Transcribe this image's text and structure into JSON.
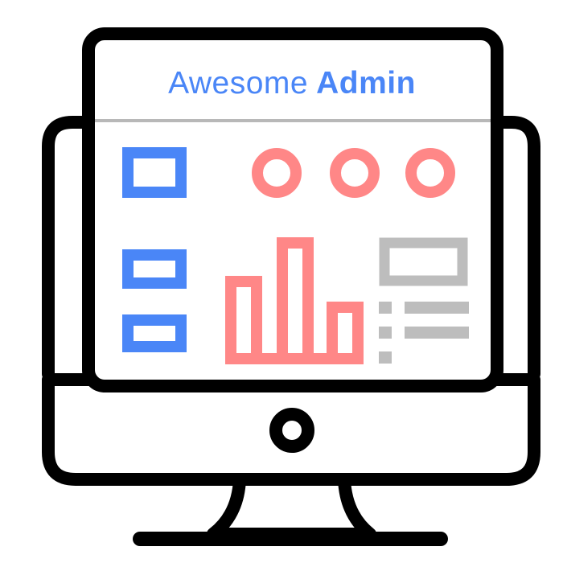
{
  "app": {
    "title_light": "Awesome",
    "title_bold": "Admin"
  },
  "colors": {
    "outline": "#000000",
    "accent_blue": "#4a86f7",
    "accent_red": "#ff8787",
    "neutral_gray": "#bdbdbd",
    "divider_gray": "#b8b8b8",
    "background": "#ffffff"
  },
  "icons": {
    "monitor": "monitor-icon",
    "power_button": "power-button-icon",
    "window_boxes": "window-box-icon",
    "status_rings": "circle-ring-icon",
    "chart": "bar-chart-icon",
    "list": "list-icon"
  },
  "chart_data": {
    "type": "bar",
    "categories": [
      "",
      "",
      ""
    ],
    "values": [
      3,
      4.5,
      2
    ],
    "title": "",
    "xlabel": "",
    "ylabel": ""
  }
}
